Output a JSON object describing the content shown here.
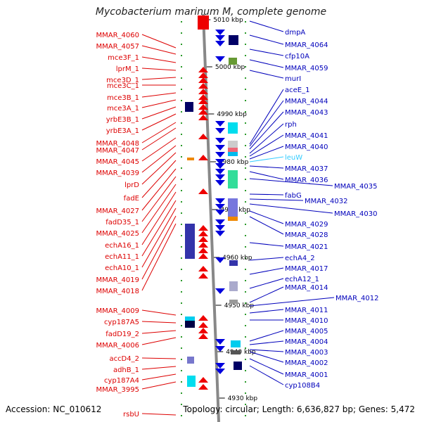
{
  "title": "Mycobacterium marinum M, complete genome",
  "footer": {
    "accession": "Accession: NC_010612",
    "topology": "Topology: circular; Length: 6,636,827 bp; Genes: 5,472"
  },
  "colors": {
    "left_label": "#dd0000",
    "right_label": "#0000bb",
    "leuW": "#33ccff",
    "backbone": "#888888"
  },
  "ruler": [
    "5010 kbp",
    "5000 kbp",
    "4990 kbp",
    "4980 kbp",
    "4970 kbp",
    "4960 kbp",
    "4950 kbp",
    "4940 kbp",
    "4930 kbp"
  ],
  "left_labels": [
    "MMAR_4060",
    "MMAR_4057",
    "mce3F_1",
    "lprM_1",
    "mce3D_1",
    "mce3C_1",
    "mce3B_1",
    "mce3A_1",
    "yrbE3B_1",
    "yrbE3A_1",
    "MMAR_4048",
    "MMAR_4047",
    "MMAR_4045",
    "MMAR_4039",
    "lprD",
    "fadE",
    "MMAR_4027",
    "fadD35_1",
    "MMAR_4025",
    "echA16_1",
    "echA11_1",
    "echA10_1",
    "MMAR_4019",
    "MMAR_4018",
    "MMAR_4009",
    "cyp187A5",
    "fadD19_2",
    "MMAR_4006",
    "accD4_2",
    "adhB_1",
    "cyp187A4",
    "MMAR_3995",
    "rsbU"
  ],
  "right_labels": [
    "dmpA",
    "MMAR_4064",
    "cfp10A",
    "MMAR_4059",
    "murI",
    "aceE_1",
    "MMAR_4044",
    "MMAR_4043",
    "rph",
    "MMAR_4041",
    "MMAR_4040",
    "leuW",
    "MMAR_4037",
    "MMAR_4036",
    "MMAR_4035",
    "fabG",
    "MMAR_4032",
    "MMAR_4030",
    "MMAR_4029",
    "MMAR_4028",
    "MMAR_4021",
    "echA4_2",
    "MMAR_4017",
    "echA12_1",
    "MMAR_4014",
    "MMAR_4012",
    "MMAR_4011",
    "MMAR_4010",
    "MMAR_4005",
    "MMAR_4004",
    "MMAR_4003",
    "MMAR_4002",
    "MMAR_4001",
    "cyp108B4"
  ]
}
